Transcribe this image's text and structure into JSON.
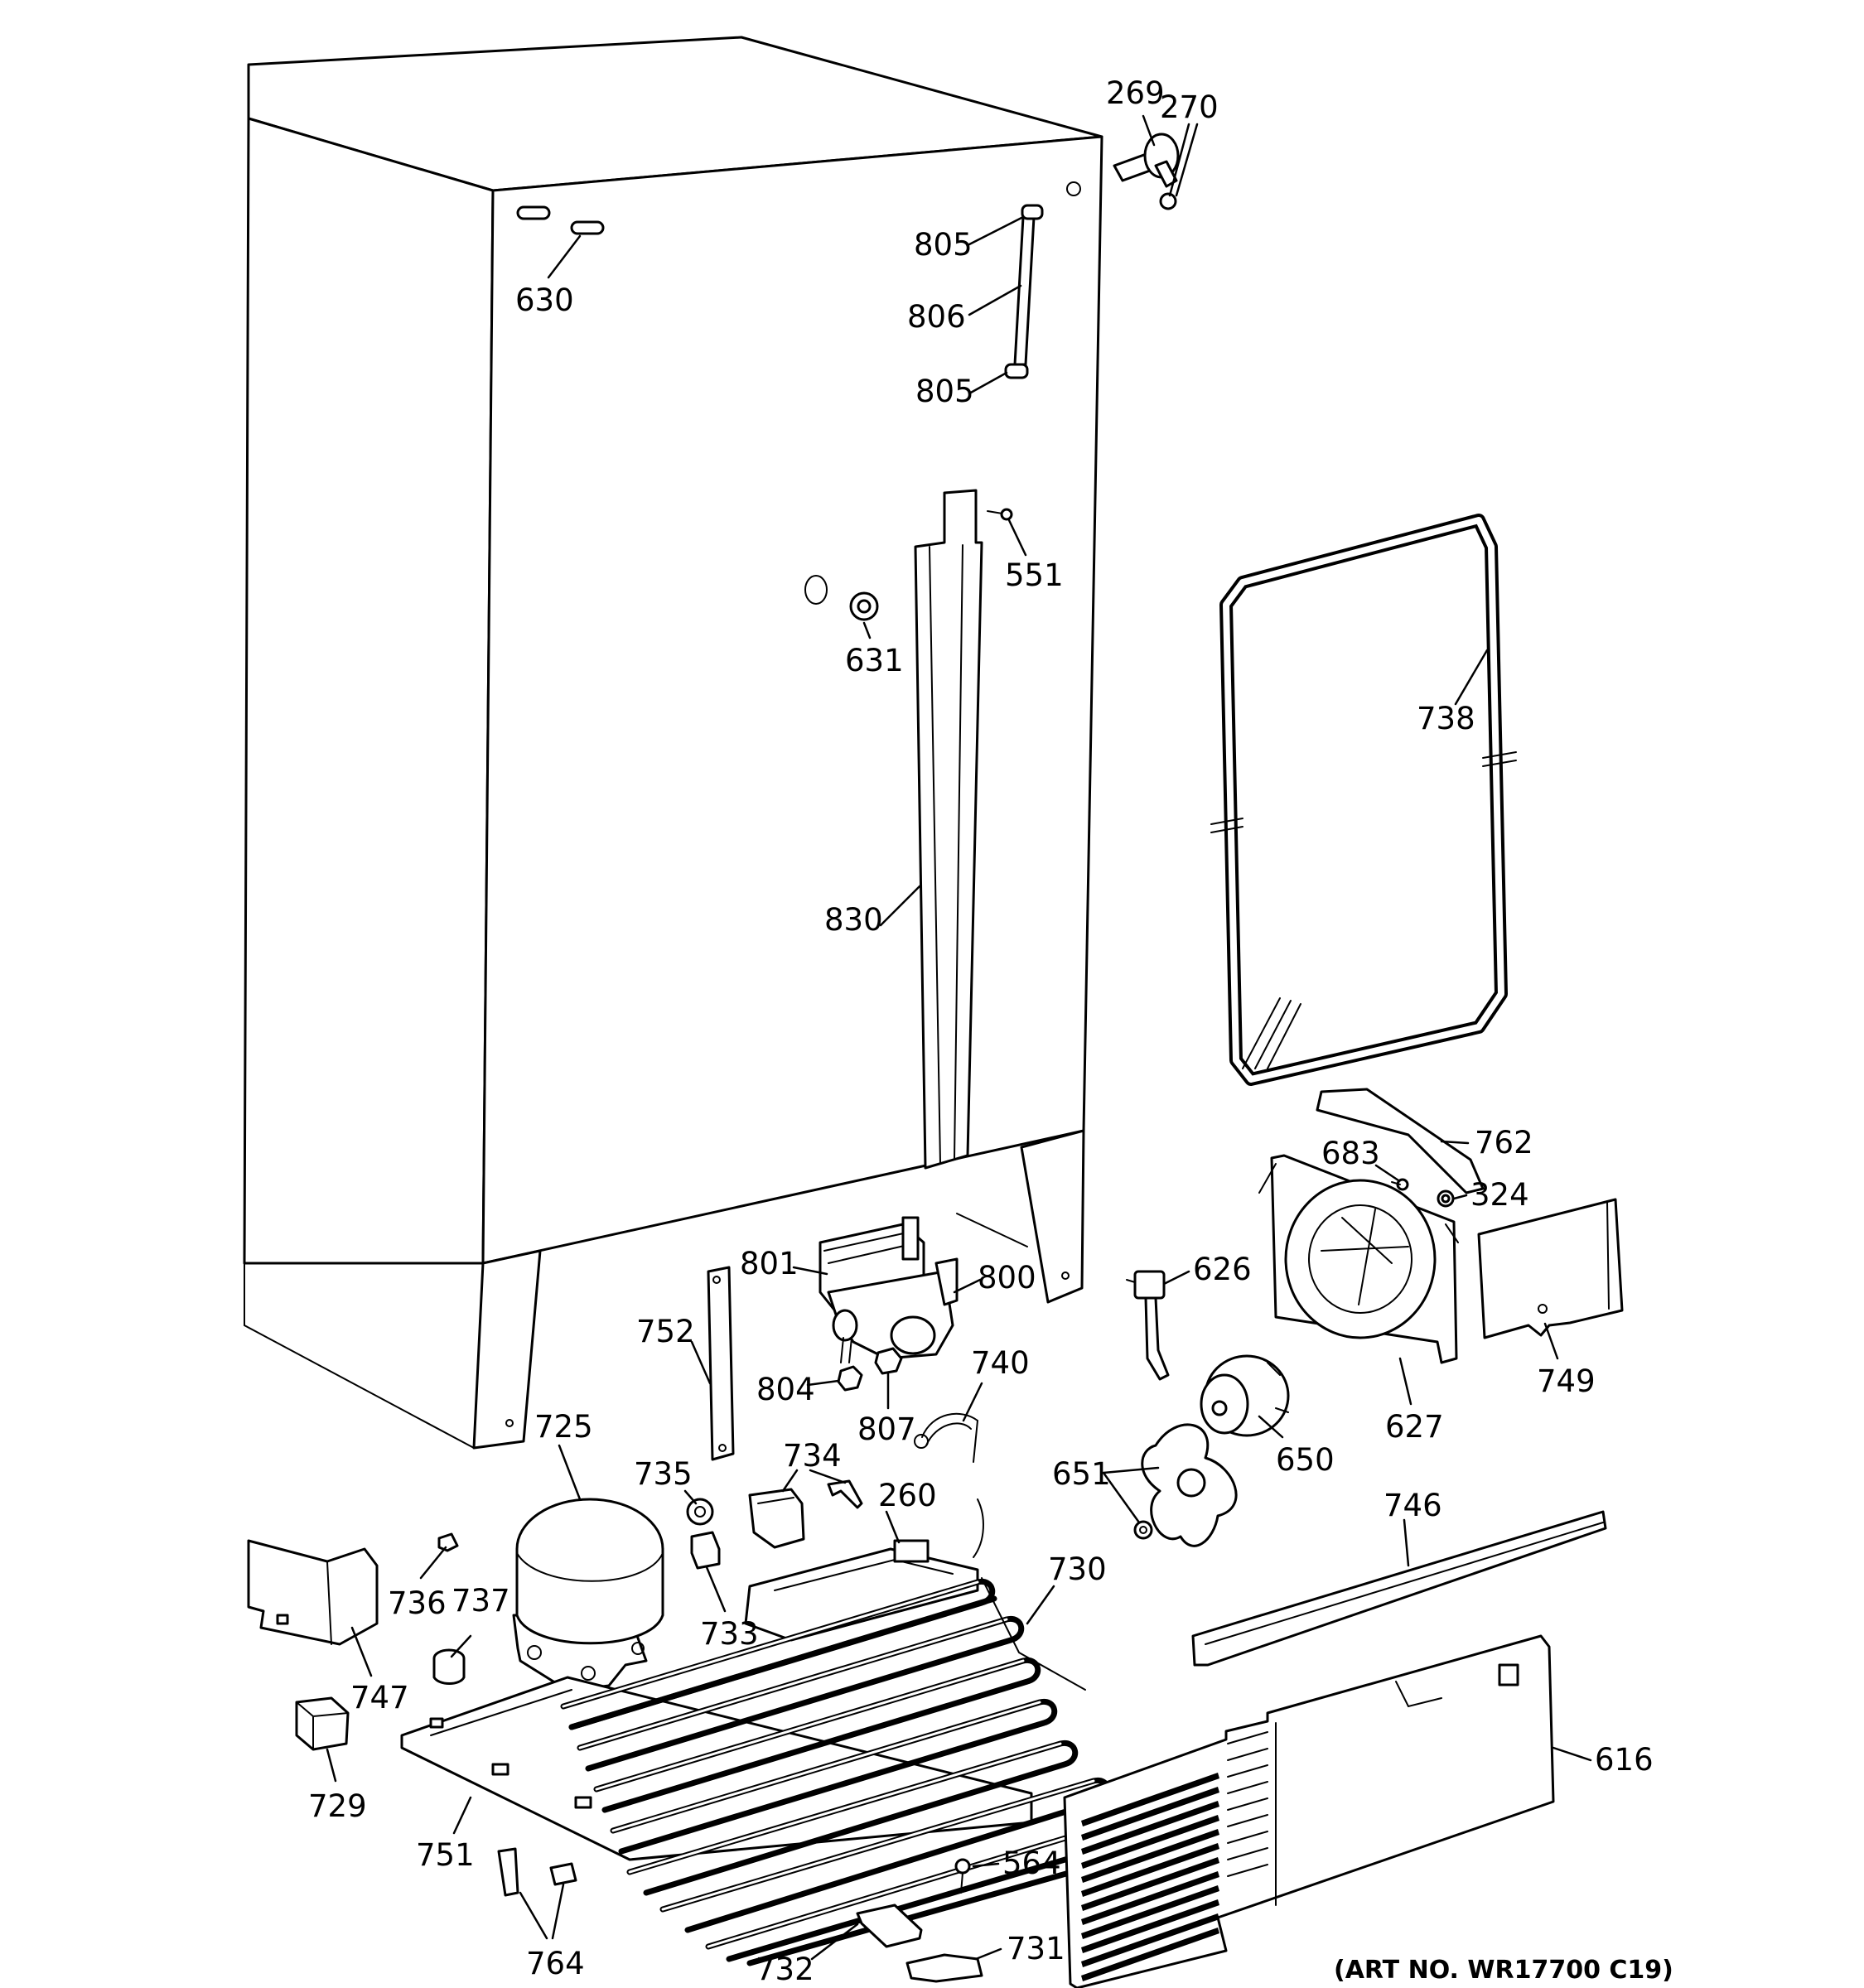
{
  "diagram": {
    "art_number": "(ART NO. WR17700 C19)",
    "callouts": [
      {
        "id": "c269",
        "text": "269"
      },
      {
        "id": "c270",
        "text": "270"
      },
      {
        "id": "c805a",
        "text": "805"
      },
      {
        "id": "c806",
        "text": "806"
      },
      {
        "id": "c805b",
        "text": "805"
      },
      {
        "id": "c630",
        "text": "630"
      },
      {
        "id": "c551",
        "text": "551"
      },
      {
        "id": "c631",
        "text": "631"
      },
      {
        "id": "c738",
        "text": "738"
      },
      {
        "id": "c830",
        "text": "830"
      },
      {
        "id": "c762",
        "text": "762"
      },
      {
        "id": "c683",
        "text": "683"
      },
      {
        "id": "c324",
        "text": "324"
      },
      {
        "id": "c801",
        "text": "801"
      },
      {
        "id": "c800",
        "text": "800"
      },
      {
        "id": "c626",
        "text": "626"
      },
      {
        "id": "c752",
        "text": "752"
      },
      {
        "id": "c804",
        "text": "804"
      },
      {
        "id": "c740",
        "text": "740"
      },
      {
        "id": "c807",
        "text": "807"
      },
      {
        "id": "c749",
        "text": "749"
      },
      {
        "id": "c627",
        "text": "627"
      },
      {
        "id": "c650",
        "text": "650"
      },
      {
        "id": "c725",
        "text": "725"
      },
      {
        "id": "c734",
        "text": "734"
      },
      {
        "id": "c735",
        "text": "735"
      },
      {
        "id": "c260",
        "text": "260"
      },
      {
        "id": "c651",
        "text": "651"
      },
      {
        "id": "c746",
        "text": "746"
      },
      {
        "id": "c730",
        "text": "730"
      },
      {
        "id": "c736",
        "text": "736"
      },
      {
        "id": "c737",
        "text": "737"
      },
      {
        "id": "c733",
        "text": "733"
      },
      {
        "id": "c747",
        "text": "747"
      },
      {
        "id": "c616",
        "text": "616"
      },
      {
        "id": "c729",
        "text": "729"
      },
      {
        "id": "c751",
        "text": "751"
      },
      {
        "id": "c564",
        "text": "564"
      },
      {
        "id": "c732",
        "text": "732"
      },
      {
        "id": "c731",
        "text": "731"
      },
      {
        "id": "c764",
        "text": "764"
      }
    ]
  }
}
